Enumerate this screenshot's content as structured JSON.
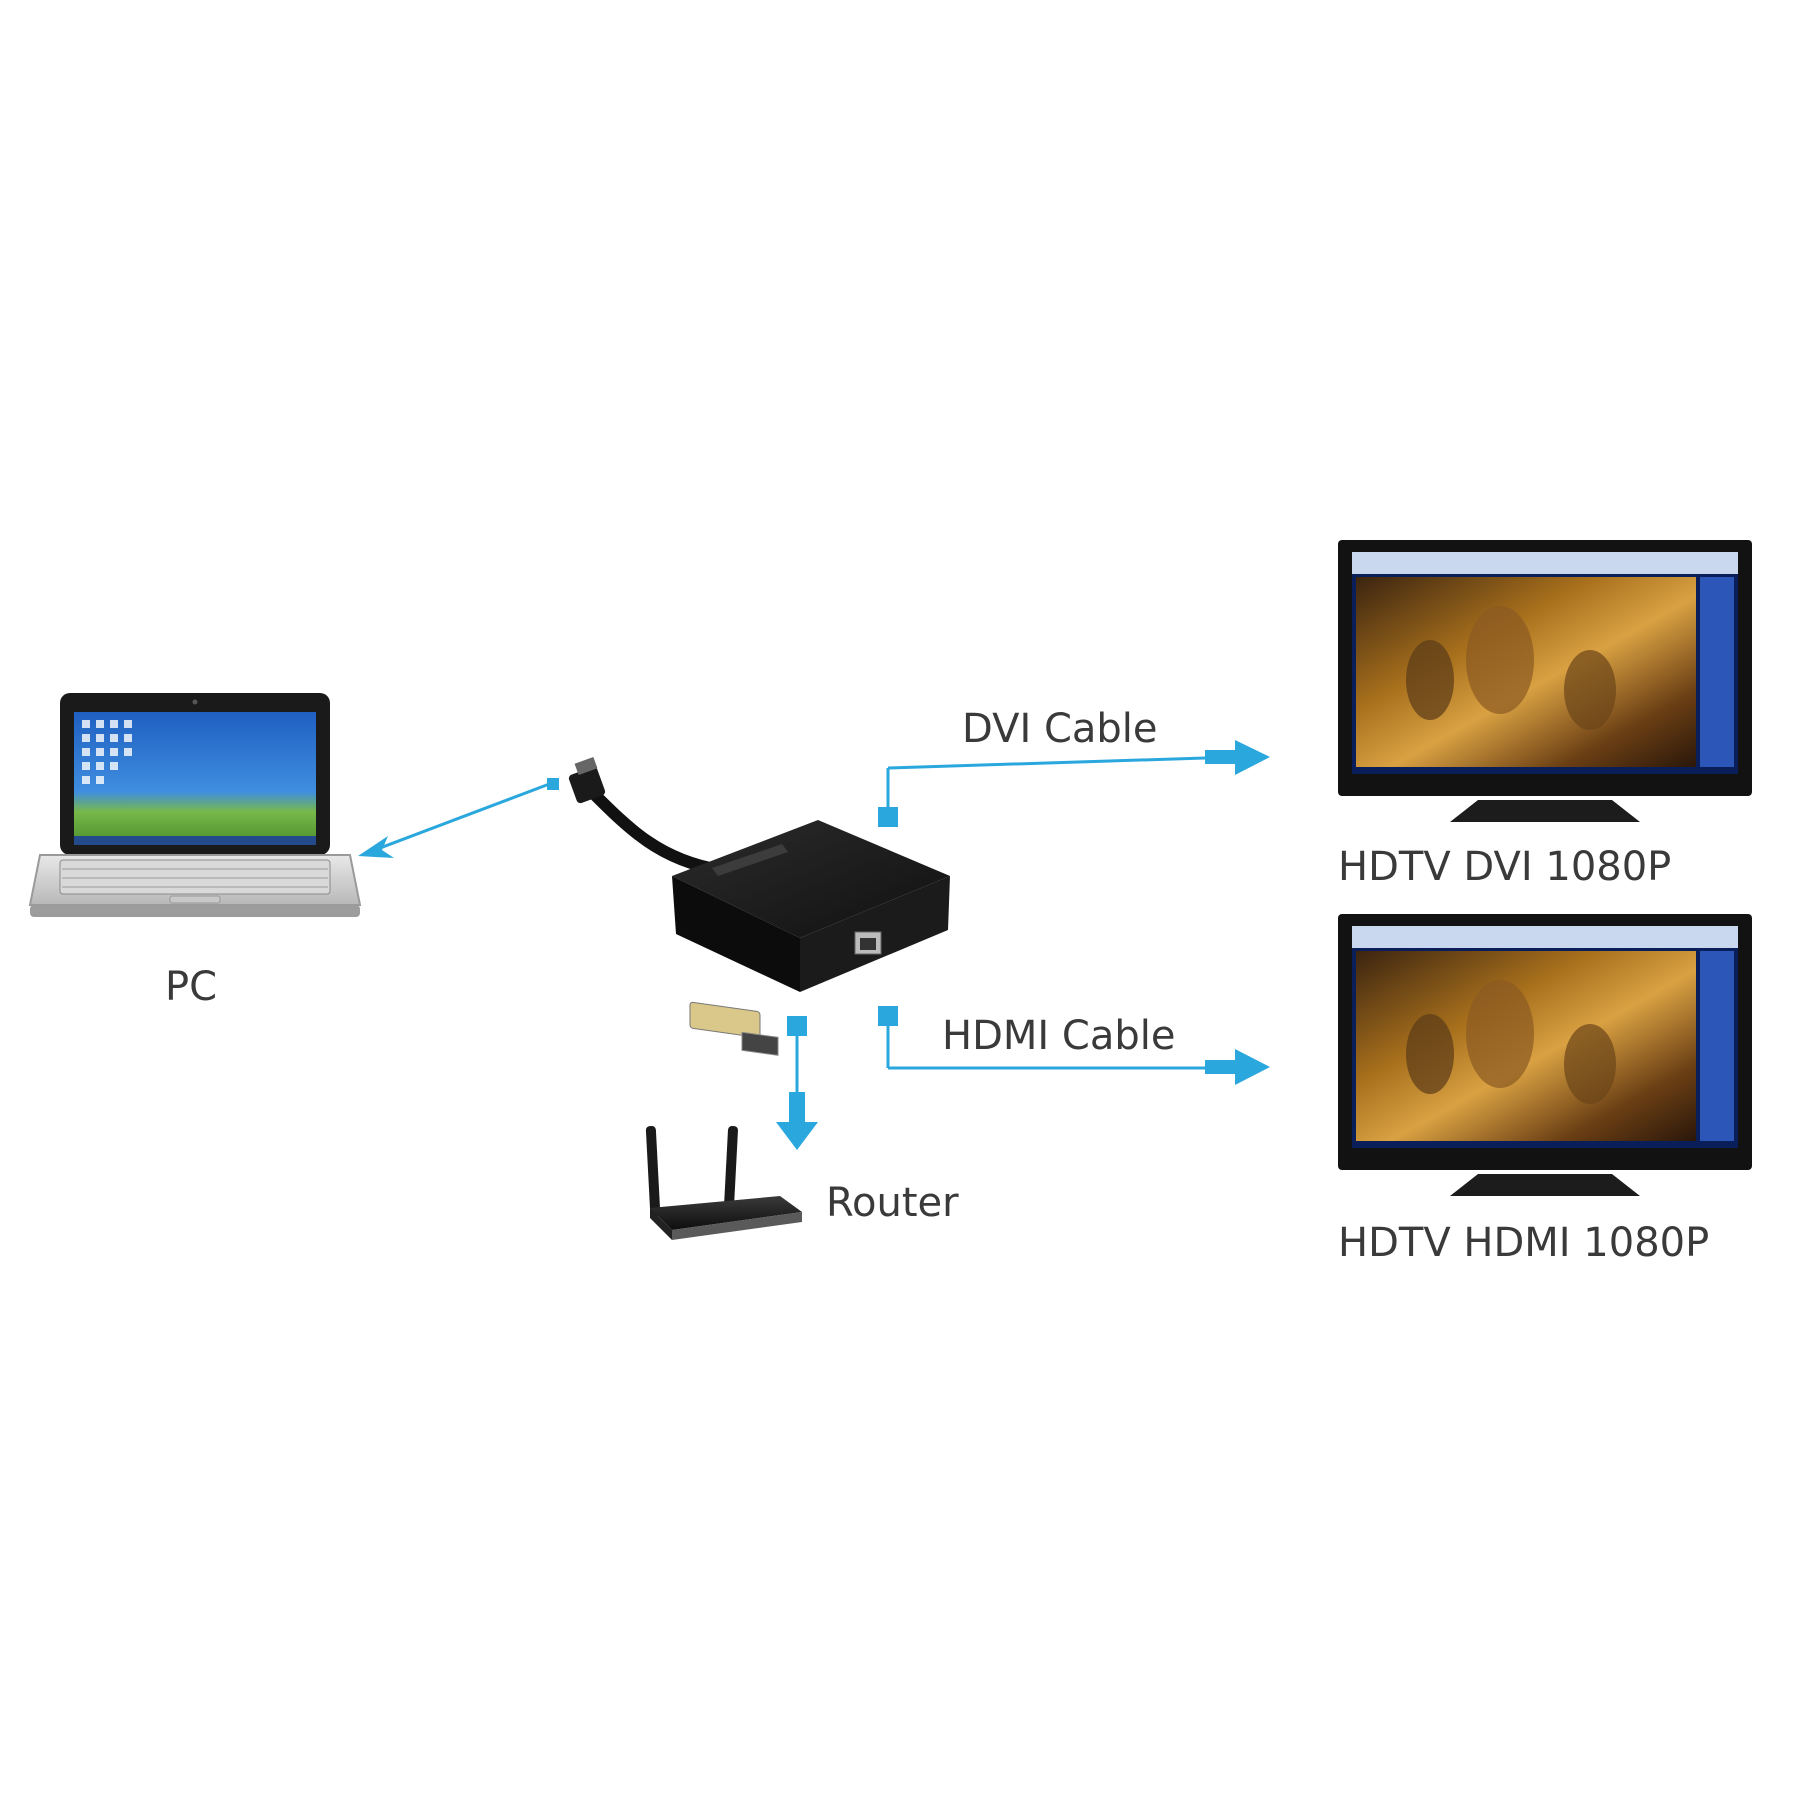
{
  "labels": {
    "pc": "PC",
    "router": "Router",
    "dvi_cable": "DVI Cable",
    "hdmi_cable": "HDMI Cable",
    "tv_dvi": "HDTV DVI 1080P",
    "tv_hdmi": "HDTV HDMI 1080P"
  },
  "colors": {
    "connector": "#2aa7dd",
    "background": "#ffffff",
    "device": "#141414",
    "label_text": "#3a3a3a"
  }
}
